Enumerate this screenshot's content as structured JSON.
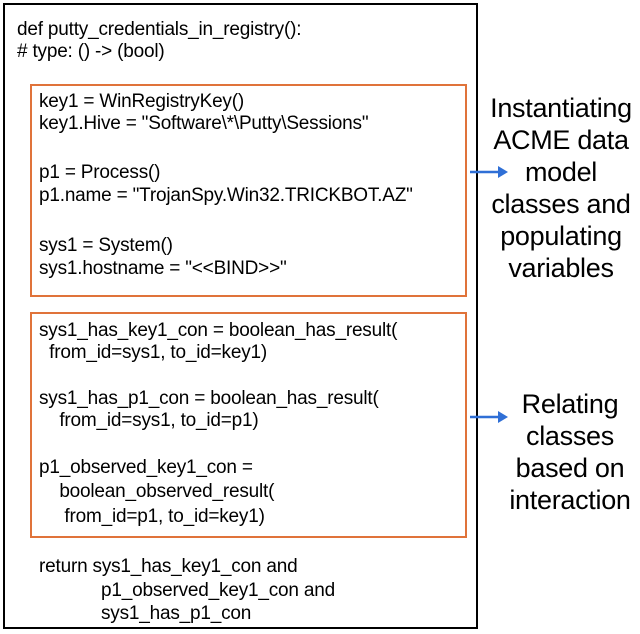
{
  "header": {
    "function_def": "def putty_credentials_in_registry():",
    "type_comment": "# type: () -> (bool)"
  },
  "block1": {
    "lines": [
      "key1 = WinRegistryKey()",
      "key1.Hive = \"Software\\*\\Putty\\Sessions\"",
      "p1 = Process()",
      "p1.name = \"TrojanSpy.Win32.TRICKBOT.AZ\"",
      "sys1 = System()",
      "sys1.hostname = \"<<BIND>>\""
    ]
  },
  "block2": {
    "lines": [
      "sys1_has_key1_con = boolean_has_result(",
      "  from_id=sys1, to_id=key1)",
      "sys1_has_p1_con = boolean_has_result(",
      "    from_id=sys1, to_id=p1)",
      "p1_observed_key1_con =",
      "    boolean_observed_result(",
      "     from_id=p1, to_id=key1)"
    ]
  },
  "footer": {
    "lines": [
      "return sys1_has_key1_con and",
      "p1_observed_key1_con and",
      "sys1_has_p1_con"
    ]
  },
  "annotations": {
    "instantiating": "Instantiating\nACME data\nmodel\nclasses and\npopulating\nvariables",
    "relating": "Relating\nclasses\nbased on\ninteraction"
  },
  "colors": {
    "box_border": "#e0733a",
    "arrow": "#2f6fd6",
    "text": "#000000"
  }
}
